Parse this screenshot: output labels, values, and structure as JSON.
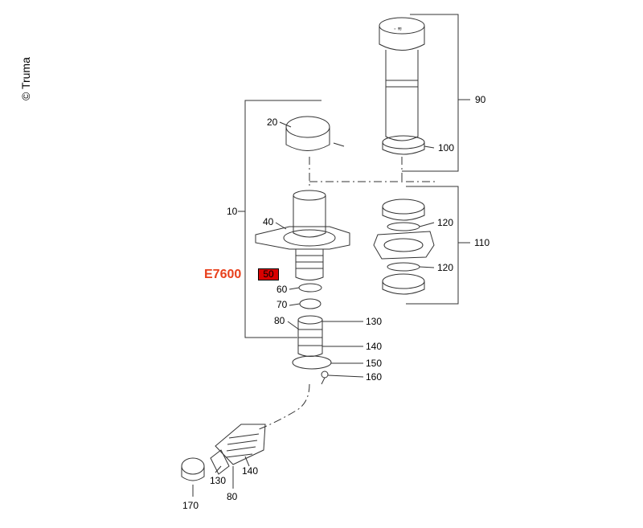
{
  "copyright": "© Truma",
  "model_code": "E7600",
  "colors": {
    "model_code": "#e8401c",
    "highlight": "#d90000",
    "line": "#333333"
  },
  "highlighted_part": "50",
  "part_labels": {
    "p10": "10",
    "p20": "20",
    "p40": "40",
    "p60": "60",
    "p70": "70",
    "p80": "80",
    "p90": "90",
    "p100": "100",
    "p110": "110",
    "p120a": "120",
    "p120b": "120",
    "p130": "130",
    "p140": "140",
    "p150": "150",
    "p160": "160",
    "p130b": "130",
    "p80b": "80",
    "p140b": "140",
    "p170": "170"
  }
}
